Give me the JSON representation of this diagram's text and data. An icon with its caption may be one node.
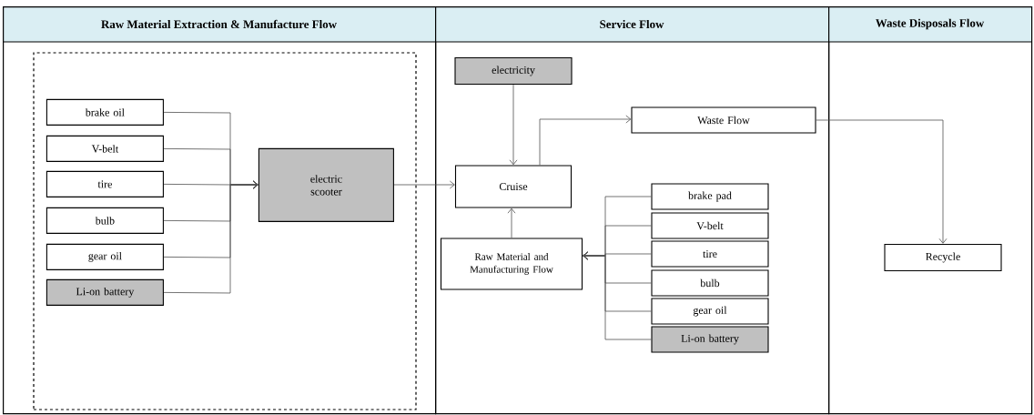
{
  "diagram": {
    "nodes": [
      {
        "text": [
          "Raw Material Extraction & Manufacture Flow"
        ]
      },
      {
        "text": [],
        "shape": "box",
        "in": 0
      },
      {
        "text": [
          "brake oil"
        ],
        "in": 1
      },
      {
        "text": [
          "V-belt"
        ],
        "in": 1
      },
      {
        "text": [
          "tire"
        ],
        "in": 1
      },
      {
        "text": [
          "bulb"
        ],
        "in": 1
      },
      {
        "text": [
          "gear oil"
        ],
        "in": 1
      },
      {
        "text": [
          "Li-on battery"
        ],
        "in": 1
      },
      {
        "text": [
          "electric scooter"
        ],
        "in": 1
      },
      {
        "text": [
          "Service Flow"
        ]
      },
      {
        "text": [
          "electricity"
        ],
        "in": 9
      },
      {
        "text": [
          "Cruise"
        ],
        "in": 9
      },
      {
        "text": [
          "Waste Flow"
        ],
        "in": 9
      },
      {
        "text": [
          "brake pad"
        ],
        "in": 9
      },
      {
        "text": [
          "V-belt"
        ],
        "in": 9
      },
      {
        "text": [
          "tire"
        ],
        "in": 9
      },
      {
        "text": [
          "bulb"
        ],
        "in": 9
      },
      {
        "text": [
          "gear oil"
        ],
        "in": 9
      },
      {
        "text": [
          "Li-on battery"
        ],
        "in": 9
      },
      {
        "text": [
          "Raw Material and Manufacturing Flow"
        ],
        "in": 9
      },
      {
        "text": [
          "Waste Disposals Flow"
        ]
      },
      {
        "text": [
          "Recycle"
        ],
        "in": 20
      }
    ],
    "edges": [
      {
        "from": 2,
        "to": 8,
        "arrow": "to"
      },
      {
        "from": 3,
        "to": 8,
        "arrow": "to"
      },
      {
        "from": 4,
        "to": 8,
        "arrow": "to"
      },
      {
        "from": 5,
        "to": 8,
        "arrow": "to"
      },
      {
        "from": 6,
        "to": 8,
        "arrow": "to"
      },
      {
        "from": 7,
        "to": 8,
        "arrow": "to"
      },
      {
        "from": 8,
        "to": 11,
        "arrow": "to"
      },
      {
        "from": 10,
        "to": 11,
        "arrow": "to"
      },
      {
        "from": 11,
        "to": 12,
        "arrow": "to"
      },
      {
        "from": 12,
        "to": 21,
        "arrow": "to"
      },
      {
        "from": 13,
        "to": 19,
        "arrow": "to"
      },
      {
        "from": 14,
        "to": 19,
        "arrow": "to"
      },
      {
        "from": 15,
        "to": 19,
        "arrow": "to"
      },
      {
        "from": 16,
        "to": 19,
        "arrow": "to"
      },
      {
        "from": 17,
        "to": 19,
        "arrow": "to"
      },
      {
        "from": 18,
        "to": 19,
        "arrow": "to"
      },
      {
        "from": 19,
        "to": 11,
        "arrow": "to"
      }
    ]
  }
}
